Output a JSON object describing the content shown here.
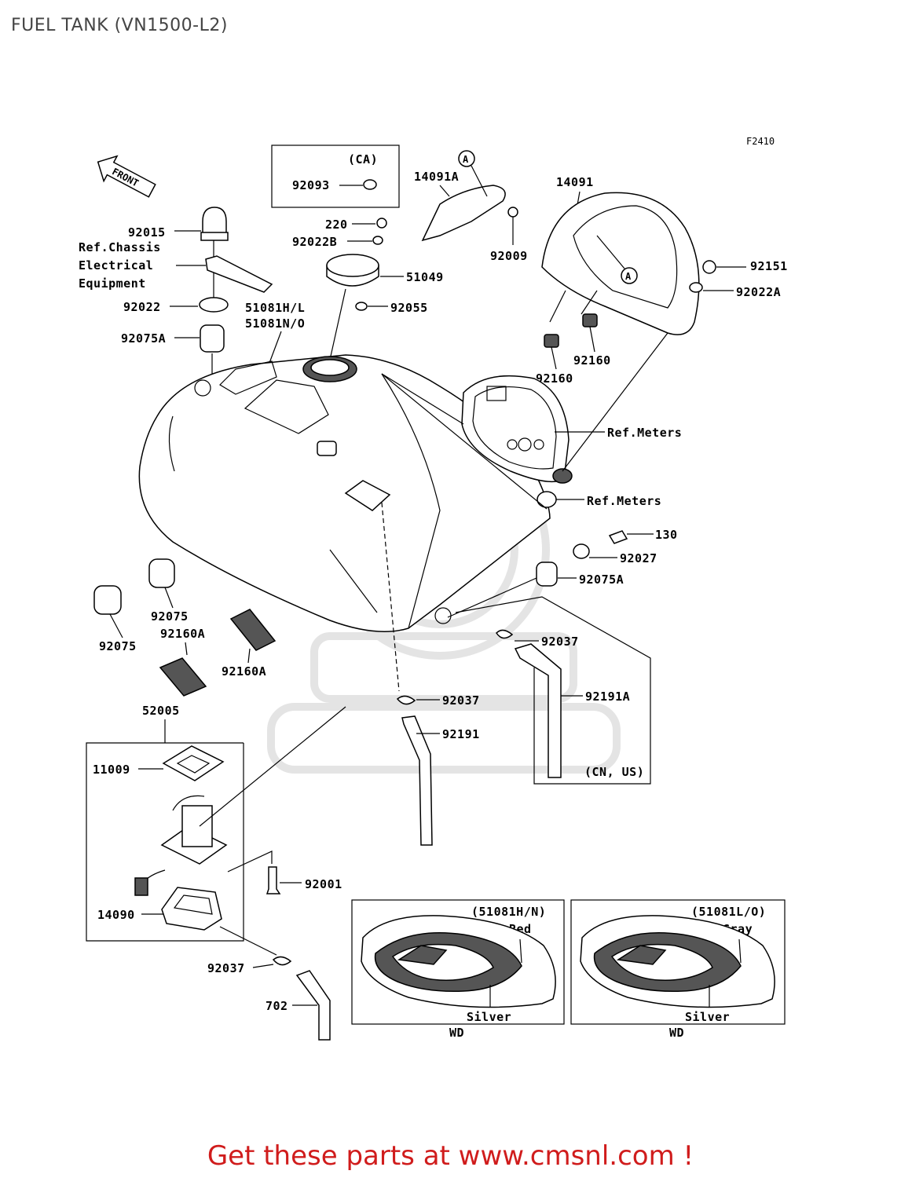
{
  "page_title": "FUEL TANK (VN1500-L2)",
  "figure_code": "F2410",
  "front_arrow": "FRONT",
  "callouts": {
    "ca": "(CA)",
    "cn_us": "(CN, US)",
    "a_top": "A",
    "a_mid": "A",
    "a_right": "A"
  },
  "labels": {
    "p92093": "92093",
    "p14091A": "14091A",
    "p14091": "14091",
    "p92015": "92015",
    "ref_chassis_1": "Ref.Chassis",
    "ref_chassis_2": "Electrical",
    "ref_chassis_3": "Equipment",
    "p220": "220",
    "p92022B": "92022B",
    "p92009": "92009",
    "p51049": "51049",
    "p92151": "92151",
    "p92022A": "92022A",
    "p92022": "92022",
    "p51081HL": "51081H/L",
    "p51081NO": "51081N/O",
    "p92055": "92055",
    "p92075A_left": "92075A",
    "p92160_right": "92160",
    "p92160_left": "92160",
    "ref_meters_1": "Ref.Meters",
    "ref_meters_2": "Ref.Meters",
    "p130": "130",
    "p92027": "92027",
    "p92075A_right": "92075A",
    "p92075_a": "92075",
    "p92075_b": "92075",
    "p92160A_a": "92160A",
    "p92160A_b": "92160A",
    "p92037_right": "92037",
    "p92191A": "92191A",
    "p52005": "52005",
    "p92037_mid": "92037",
    "p92191": "92191",
    "p11009": "11009",
    "p92001": "92001",
    "p14090": "14090",
    "p92037_bottom": "92037",
    "p702": "702"
  },
  "variants": [
    {
      "code": "(51081H/N)",
      "color_top": "Red",
      "color_bottom": "Silver",
      "market": "WD"
    },
    {
      "code": "(51081L/O)",
      "color_top": "Gray",
      "color_bottom": "Silver",
      "market": "WD"
    }
  ],
  "footer": "Get these parts at www.cmsnl.com !"
}
